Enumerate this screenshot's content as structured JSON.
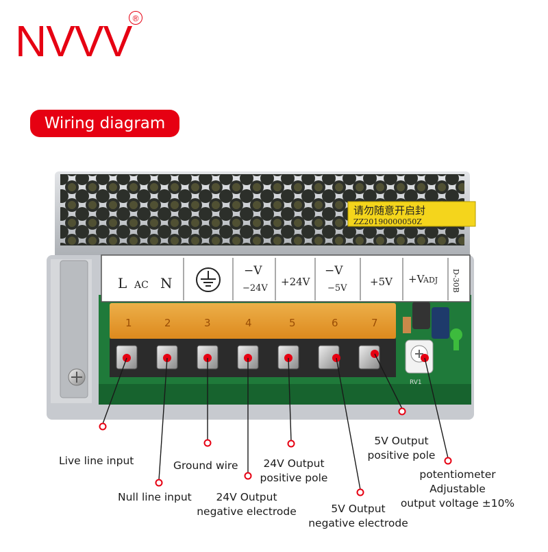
{
  "brand": {
    "name": "NVVV",
    "registered": "®",
    "color": "#e60012"
  },
  "section_badge": "Wiring diagram",
  "product": {
    "terminal_labels": [
      "L",
      "AC",
      "N",
      "−V",
      "−24V",
      "+24V",
      "−V",
      "−5V",
      "+5V",
      "+V",
      "ADJ"
    ],
    "terminal_numbers": [
      "1",
      "2",
      "3",
      "4",
      "5",
      "6",
      "7"
    ],
    "warning_sticker": {
      "line1": "请勿随意开启封",
      "line2": "ZZ20190000050Z"
    },
    "model_mark": "D-30B",
    "adj_marking": "RV1"
  },
  "callouts": {
    "live_line": "Live line input",
    "null_line": "Null line input",
    "ground": "Ground wire",
    "out24_neg_l1": "24V Output",
    "out24_neg_l2": "negative electrode",
    "out24_pos_l1": "24V Output",
    "out24_pos_l2": "positive pole",
    "out5_neg_l1": "5V Output",
    "out5_neg_l2": "negative electrode",
    "out5_pos_l1": "5V Output",
    "out5_pos_l2": "positive pole",
    "pot_l1": "potentiometer",
    "pot_l2": "Adjustable",
    "pot_l3": "output voltage ±10%"
  },
  "colors": {
    "accent": "#e60012",
    "terminal_cover": "#f29b2e",
    "pcb": "#1f7a3a",
    "chassis": "#c9ccd0"
  }
}
